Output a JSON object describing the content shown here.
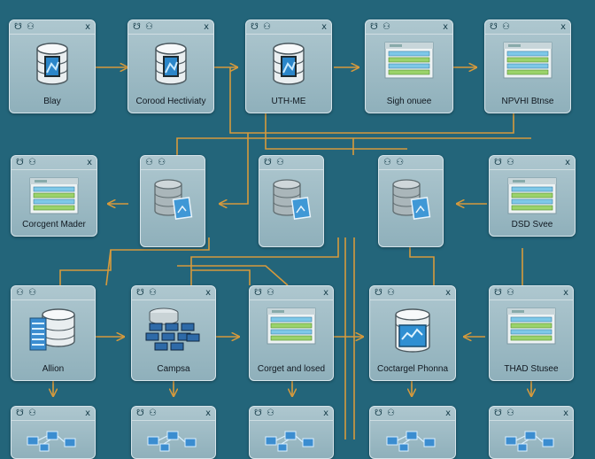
{
  "colors": {
    "background": "#23657a",
    "wire": "#d69a3c",
    "card": "#a7c2cb"
  },
  "cards": [
    {
      "label": "Blay",
      "icon": "database-icon",
      "glyph": "☋ ⚇",
      "close": "x"
    },
    {
      "label": "Corood Hectiviaty",
      "icon": "database-icon",
      "glyph": "☋ ⚇",
      "close": "x"
    },
    {
      "label": "UTH-ME",
      "icon": "database-icon",
      "glyph": "☋ ⚇",
      "close": "x"
    },
    {
      "label": "Sigh onuee",
      "icon": "list-panel-icon",
      "glyph": "☋ ⚇",
      "close": "x"
    },
    {
      "label": "NPVHI Btnse",
      "icon": "list-panel-icon",
      "glyph": "☋ ⚇",
      "close": "x"
    },
    {
      "label": "Corcgent Mader",
      "icon": "list-panel-icon",
      "glyph": "☋ ⚇",
      "close": "x"
    },
    {
      "label": "",
      "icon": "database-doc-icon",
      "glyph": "⚇ ⚇",
      "close": ""
    },
    {
      "label": "",
      "icon": "database-doc-icon",
      "glyph": "☋ ⚇",
      "close": ""
    },
    {
      "label": "",
      "icon": "database-doc-icon",
      "glyph": "⚇ ⚇",
      "close": ""
    },
    {
      "label": "DSD Svee",
      "icon": "list-panel-icon",
      "glyph": "☋ ⚇",
      "close": "x"
    },
    {
      "label": "Allion",
      "icon": "database-grid-icon",
      "glyph": "⚇ ⚇",
      "close": ""
    },
    {
      "label": "Campsa",
      "icon": "server-cluster-icon",
      "glyph": "☋ ⚇",
      "close": "x"
    },
    {
      "label": "Corget and losed",
      "icon": "list-panel-icon",
      "glyph": "☋ ⚇",
      "close": "x"
    },
    {
      "label": "Coctargel Phonna",
      "icon": "database-screen-icon",
      "glyph": "☋ ⚇",
      "close": "x"
    },
    {
      "label": "THAD Stusee",
      "icon": "list-panel-icon",
      "glyph": "☋ ⚇",
      "close": "x"
    },
    {
      "label": "",
      "icon": "network-icon",
      "glyph": "☋ ⚇",
      "close": "x"
    },
    {
      "label": "",
      "icon": "network-icon",
      "glyph": "☋ ⚇",
      "close": "x"
    },
    {
      "label": "",
      "icon": "network-icon",
      "glyph": "☋ ⚇",
      "close": "x"
    },
    {
      "label": "",
      "icon": "network-icon",
      "glyph": "☋ ⚇",
      "close": "x"
    },
    {
      "label": "",
      "icon": "network-icon",
      "glyph": "☋ ⚇",
      "close": "x"
    }
  ]
}
